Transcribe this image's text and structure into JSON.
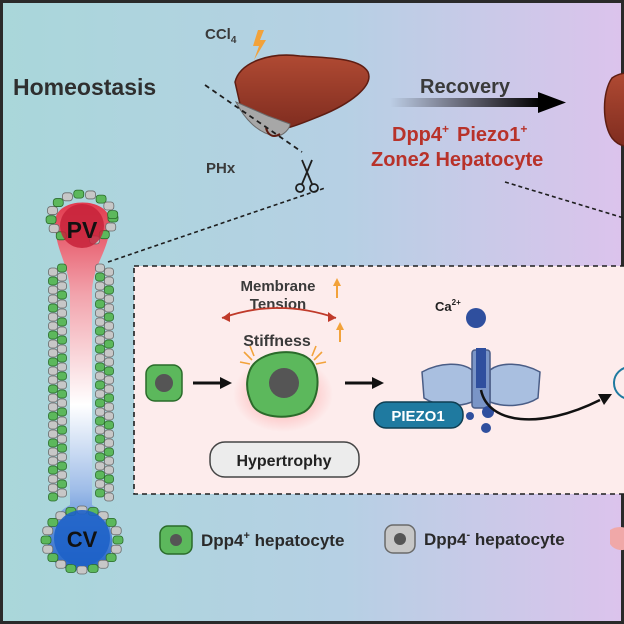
{
  "header": {
    "homeostasis": "Homeostasis",
    "ccl4": "CCl",
    "ccl4_sub": "4",
    "phx": "PHx",
    "recovery": "Recovery",
    "dpp4": "Dpp4",
    "piezo1": "Piezo1",
    "plus": "+",
    "zone2": "Zone2 Hepatocyte"
  },
  "vessel": {
    "pv": "PV",
    "cv": "CV"
  },
  "mechanism": {
    "membrane": "Membrane",
    "tension": "Tension",
    "stiffness": "Stiffness",
    "hypertrophy": "Hypertrophy",
    "ca": "Ca",
    "ca_sup": "2+",
    "piezo1_label": "PIEZO1"
  },
  "legend": {
    "dpp4_pos_base": "Dpp4",
    "dpp4_pos_sup": "+",
    "dpp4_pos_rest": " hepatocyte",
    "dpp4_neg_base": "Dpp4",
    "dpp4_neg_sup": "-",
    "dpp4_neg_rest": " hepatocyte"
  },
  "colors": {
    "bg_left": "#a9d7da",
    "bg_right": "#d9c2ea",
    "red_title": "#b8322a",
    "dark_text": "#3a3a3a",
    "liver": "#9a3b2a",
    "green_cell": "#5cb85c",
    "grey_cell": "#c7c7c7",
    "piezo": "#1f7aa0"
  }
}
